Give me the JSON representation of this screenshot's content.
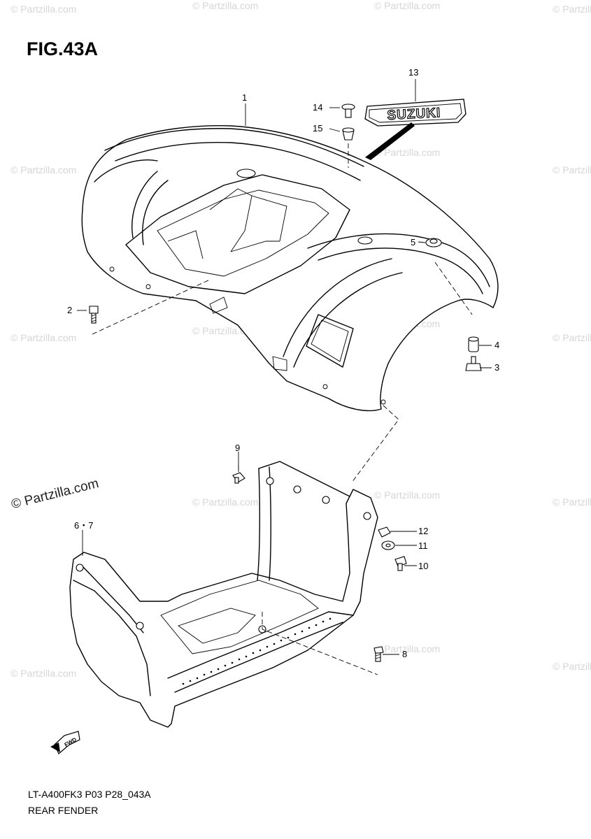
{
  "figure": {
    "title": "FIG.43A",
    "code": "LT-A400FK3 P03 P28_043A",
    "name": "REAR FENDER"
  },
  "watermark": {
    "text": "© Partzilla.com",
    "prominent_text": "© Partzilla.com"
  },
  "emblem_text": "SUZUKI",
  "fwd_label": "FWD",
  "callouts": {
    "p1": "1",
    "p2": "2",
    "p3": "3",
    "p4": "4",
    "p5": "5",
    "p6_7": "6・7",
    "p8": "8",
    "p9": "9",
    "p10": "10",
    "p11": "11",
    "p12": "12",
    "p13": "13",
    "p14": "14",
    "p15": "15"
  }
}
